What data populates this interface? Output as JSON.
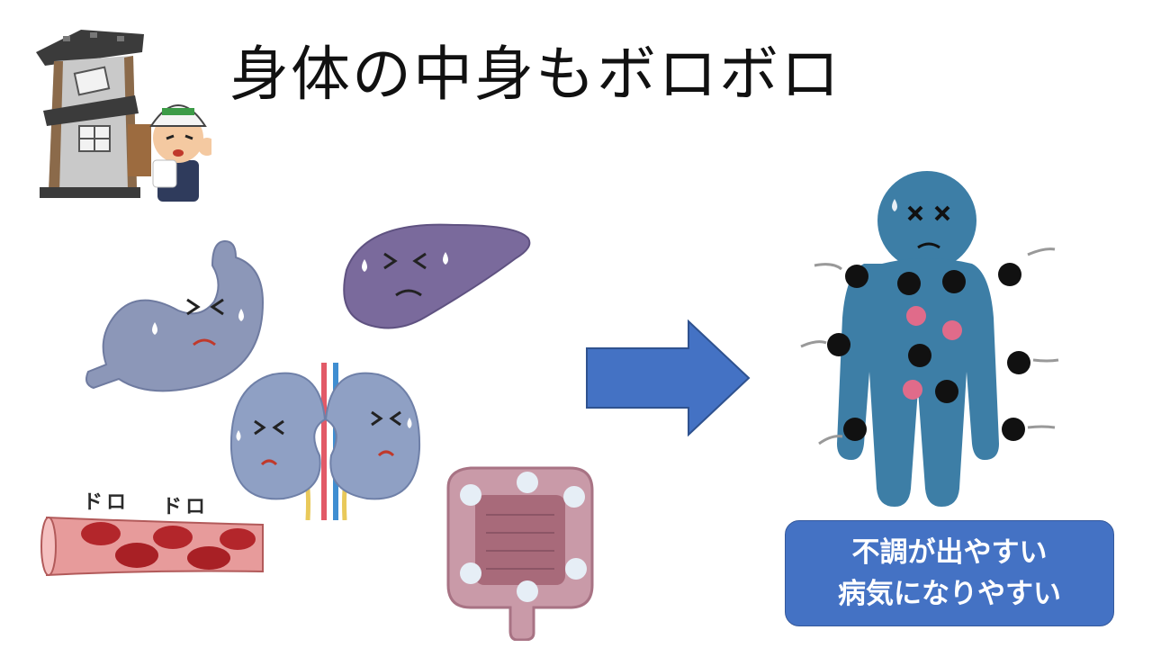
{
  "title": "身体の中身もボロボロ",
  "blood_vessel": {
    "label_left": "ドロ",
    "label_right": "ドロ"
  },
  "callout": {
    "line1": "不調が出やすい",
    "line2": "病気になりやすい"
  },
  "colors": {
    "arrow": "#4472c4",
    "callout_fill": "#4472c4",
    "figure": "#3d7ea6",
    "stomach": "#8c97b8",
    "liver": "#7a6a9c",
    "kidney": "#8fa0c4",
    "intestine": "#b88a98",
    "blood_vessel": "#e79b9b"
  },
  "icons": {
    "house_worker": "crumbling-house-worker-illustration",
    "stomach": "sad-stomach-illustration",
    "liver": "sad-liver-illustration",
    "kidneys": "sad-kidneys-illustration",
    "blood_vessel": "clogged-blood-vessel-illustration",
    "intestine": "sad-intestine-illustration",
    "arrow": "right-arrow-icon",
    "sick_figure": "sick-person-germs-illustration"
  }
}
